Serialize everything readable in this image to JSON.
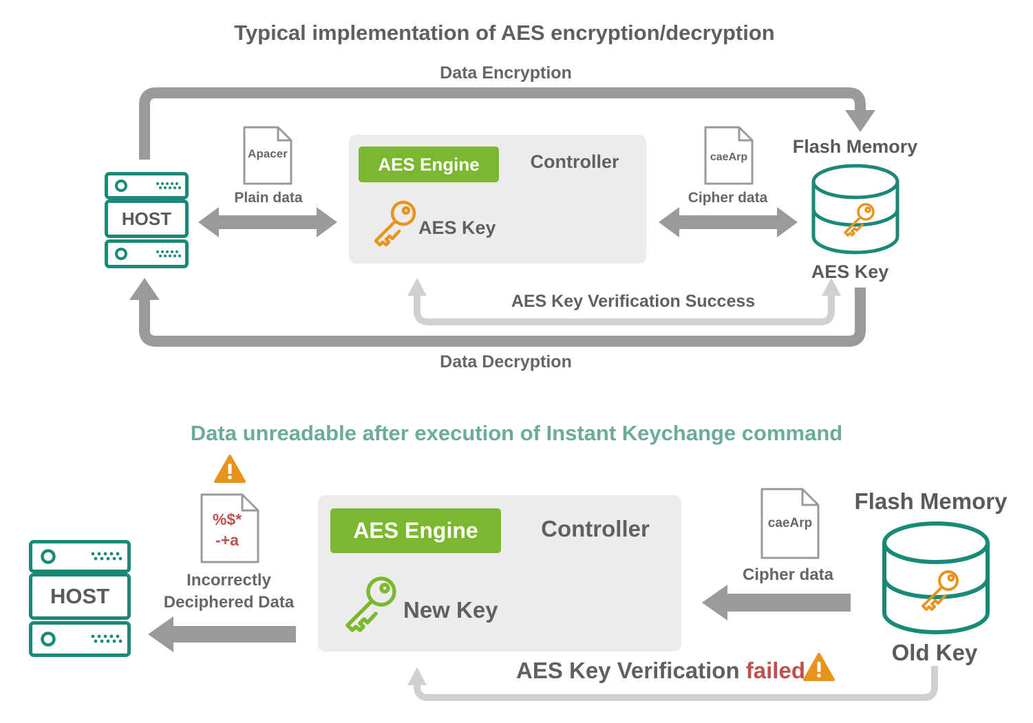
{
  "top": {
    "title": "Typical implementation of AES encryption/decryption",
    "data_encryption": "Data Encryption",
    "data_decryption": "Data Decryption",
    "host": "HOST",
    "plain_doc": "Apacer",
    "plain_data": "Plain data",
    "aes_engine": "AES Engine",
    "controller": "Controller",
    "aes_key": "AES Key",
    "cipher_doc": "caeArp",
    "cipher_data": "Cipher data",
    "flash_memory": "Flash Memory",
    "flash_key": "AES Key",
    "verification": "AES Key Verification Success"
  },
  "bottom": {
    "title": "Data unreadable after execution of Instant Keychange command",
    "host": "HOST",
    "garbled_line1": "%$*",
    "garbled_line2": "-+a",
    "incorrect_line1": "Incorrectly",
    "incorrect_line2": "Deciphered Data",
    "aes_engine": "AES Engine",
    "controller": "Controller",
    "new_key": "New Key",
    "cipher_doc": "caeArp",
    "cipher_data": "Cipher data",
    "flash_memory": "Flash Memory",
    "old_key": "Old Key",
    "verification_prefix": "AES Key Verification",
    "verification_status": "failed"
  },
  "colors": {
    "teal": "#1a8a78",
    "green": "#7cb82f",
    "orange": "#e8941c",
    "red": "#c0504d",
    "arrow_dark": "#9a9a9a",
    "arrow_light": "#d0d0d0",
    "title_teal": "#6aab9c"
  }
}
